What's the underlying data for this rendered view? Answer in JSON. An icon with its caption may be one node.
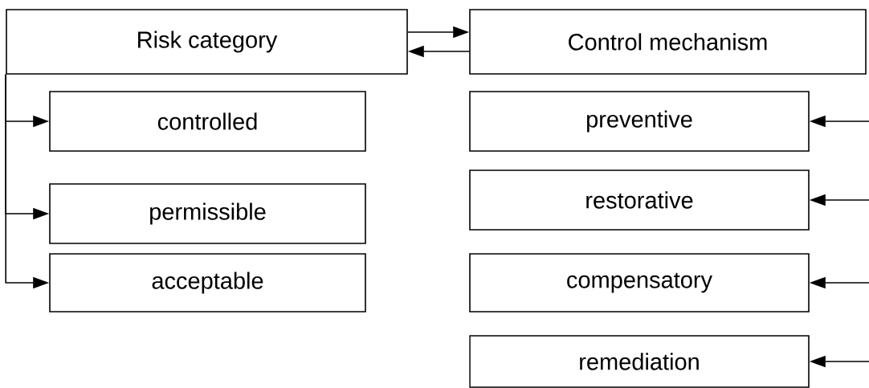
{
  "diagram": {
    "nodes": [
      {
        "text": [
          "Risk category"
        ]
      },
      {
        "text": [
          "Control mechanism"
        ]
      },
      {
        "text": [
          "controlled"
        ]
      },
      {
        "text": [
          "permissible"
        ]
      },
      {
        "text": [
          "acceptable"
        ]
      },
      {
        "text": [
          "preventive"
        ]
      },
      {
        "text": [
          "restorative"
        ]
      },
      {
        "text": [
          "compensatory"
        ]
      },
      {
        "text": [
          "remediation"
        ]
      }
    ],
    "edges": [
      {
        "from": 0,
        "to": 1,
        "arrow": "to"
      },
      {
        "from": 1,
        "to": 0,
        "arrow": "to"
      },
      {
        "from": 0,
        "to": 2,
        "arrow": "to"
      },
      {
        "from": 0,
        "to": 3,
        "arrow": "to"
      },
      {
        "from": 0,
        "to": 4,
        "arrow": "to"
      },
      {
        "from": null,
        "to": 5,
        "arrow": "to"
      },
      {
        "from": null,
        "to": 6,
        "arrow": "to"
      },
      {
        "from": null,
        "to": 7,
        "arrow": "to"
      },
      {
        "from": null,
        "to": 8,
        "arrow": "to"
      }
    ]
  }
}
